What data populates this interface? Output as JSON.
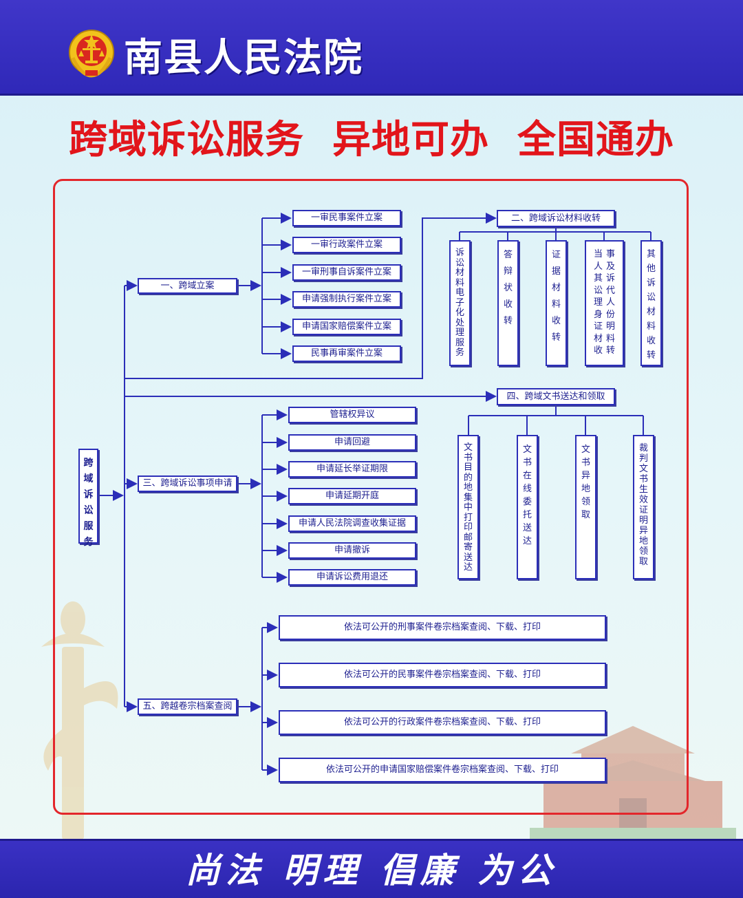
{
  "header": {
    "court_name": "南县人民法院",
    "emblem": "court-emblem"
  },
  "slogan": "跨域诉讼服务  异地可办  全国通办",
  "colors": {
    "header_blue": "#3a31c4",
    "slogan_red": "#e2151b",
    "frame_red": "#e3262b",
    "box_border": "#2b2eb8",
    "line_blue": "#2b2eb8"
  },
  "diagram": {
    "root": "跨域诉讼服务",
    "branch1": {
      "label": "一、跨域立案",
      "items": [
        "一审民事案件立案",
        "一审行政案件立案",
        "一审刑事自诉案件立案",
        "申请强制执行案件立案",
        "申请国家赔偿案件立案",
        "民事再审案件立案"
      ]
    },
    "branch2": {
      "label": "二、跨域诉讼材料收转",
      "items": [
        "诉讼材料电子化处理服务",
        "答辩状收转",
        "证据材料收转",
        "当事人及其诉讼代理人身份证明材料收转",
        "其他诉讼材料收转"
      ],
      "item4_columns": [
        "当人其讼理身证材收",
        "事及诉代人份明料转"
      ]
    },
    "branch3": {
      "label": "三、跨域诉讼事项申请",
      "items": [
        "管辖权异议",
        "申请回避",
        "申请延长举证期限",
        "申请延期开庭",
        "申请人民法院调查收集证据",
        "申请撤诉",
        "申请诉讼费用退还"
      ]
    },
    "branch4": {
      "label": "四、跨域文书送达和领取",
      "items": [
        "文书目的地集中打印邮寄送达",
        "文书在线委托送达",
        "文书异地领取",
        "裁判文书生效证明异地领取"
      ]
    },
    "branch5": {
      "label": "五、跨越卷宗档案查阅",
      "items": [
        "依法可公开的刑事案件卷宗档案查阅、下载、打印",
        "依法可公开的民事案件卷宗档案查阅、下载、打印",
        "依法可公开的行政案件卷宗档案查阅、下载、打印",
        "依法可公开的申请国家赔偿案件卷宗档案查阅、下载、打印"
      ]
    }
  },
  "footer": {
    "motto": "尚法 明理 倡廉 为公"
  }
}
